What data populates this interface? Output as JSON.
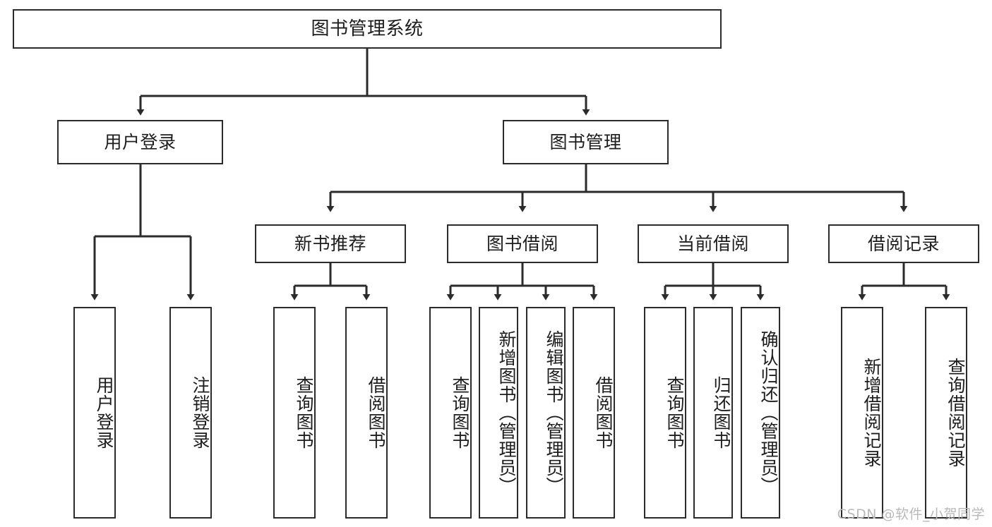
{
  "diagram": {
    "title": "图书管理系统",
    "type": "hierarchy-tree",
    "stroke_color": "#2b2b2b",
    "fill_color": "#ffffff",
    "text_color": "#1d1d1d"
  },
  "nodes": {
    "root": {
      "label": "图书管理系统"
    },
    "level2": [
      {
        "label": "用户登录"
      },
      {
        "label": "图书管理"
      }
    ],
    "level3": [
      {
        "label": "新书推荐"
      },
      {
        "label": "图书借阅"
      },
      {
        "label": "当前借阅"
      },
      {
        "label": "借阅记录"
      }
    ],
    "leaves": [
      {
        "label": "用户登录"
      },
      {
        "label": "注销登录"
      },
      {
        "label": "查询图书"
      },
      {
        "label": "借阅图书"
      },
      {
        "label": "查询图书"
      },
      {
        "label": "新增图书（管理员）"
      },
      {
        "label": "编辑图书（管理员）"
      },
      {
        "label": "借阅图书"
      },
      {
        "label": "查询图书"
      },
      {
        "label": "归还图书"
      },
      {
        "label": "确认归还（管理员）"
      },
      {
        "label": "新增借阅记录"
      },
      {
        "label": "查询借阅记录"
      }
    ]
  },
  "watermark": {
    "text": "CSDN @软件_小贺同学"
  }
}
